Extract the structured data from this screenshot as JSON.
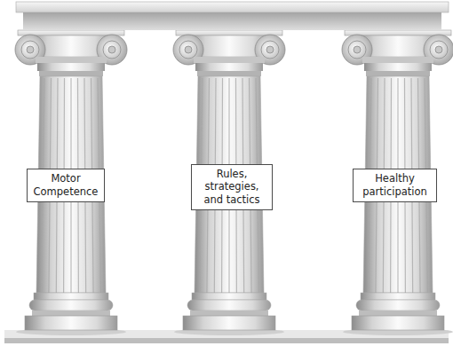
{
  "diagram": {
    "nodes": [
      {
        "text": [
          "Motor Competence"
        ]
      },
      {
        "text": [
          "Rules, strategies, and tactics"
        ]
      },
      {
        "text": [
          "Healthy participation"
        ]
      }
    ]
  }
}
